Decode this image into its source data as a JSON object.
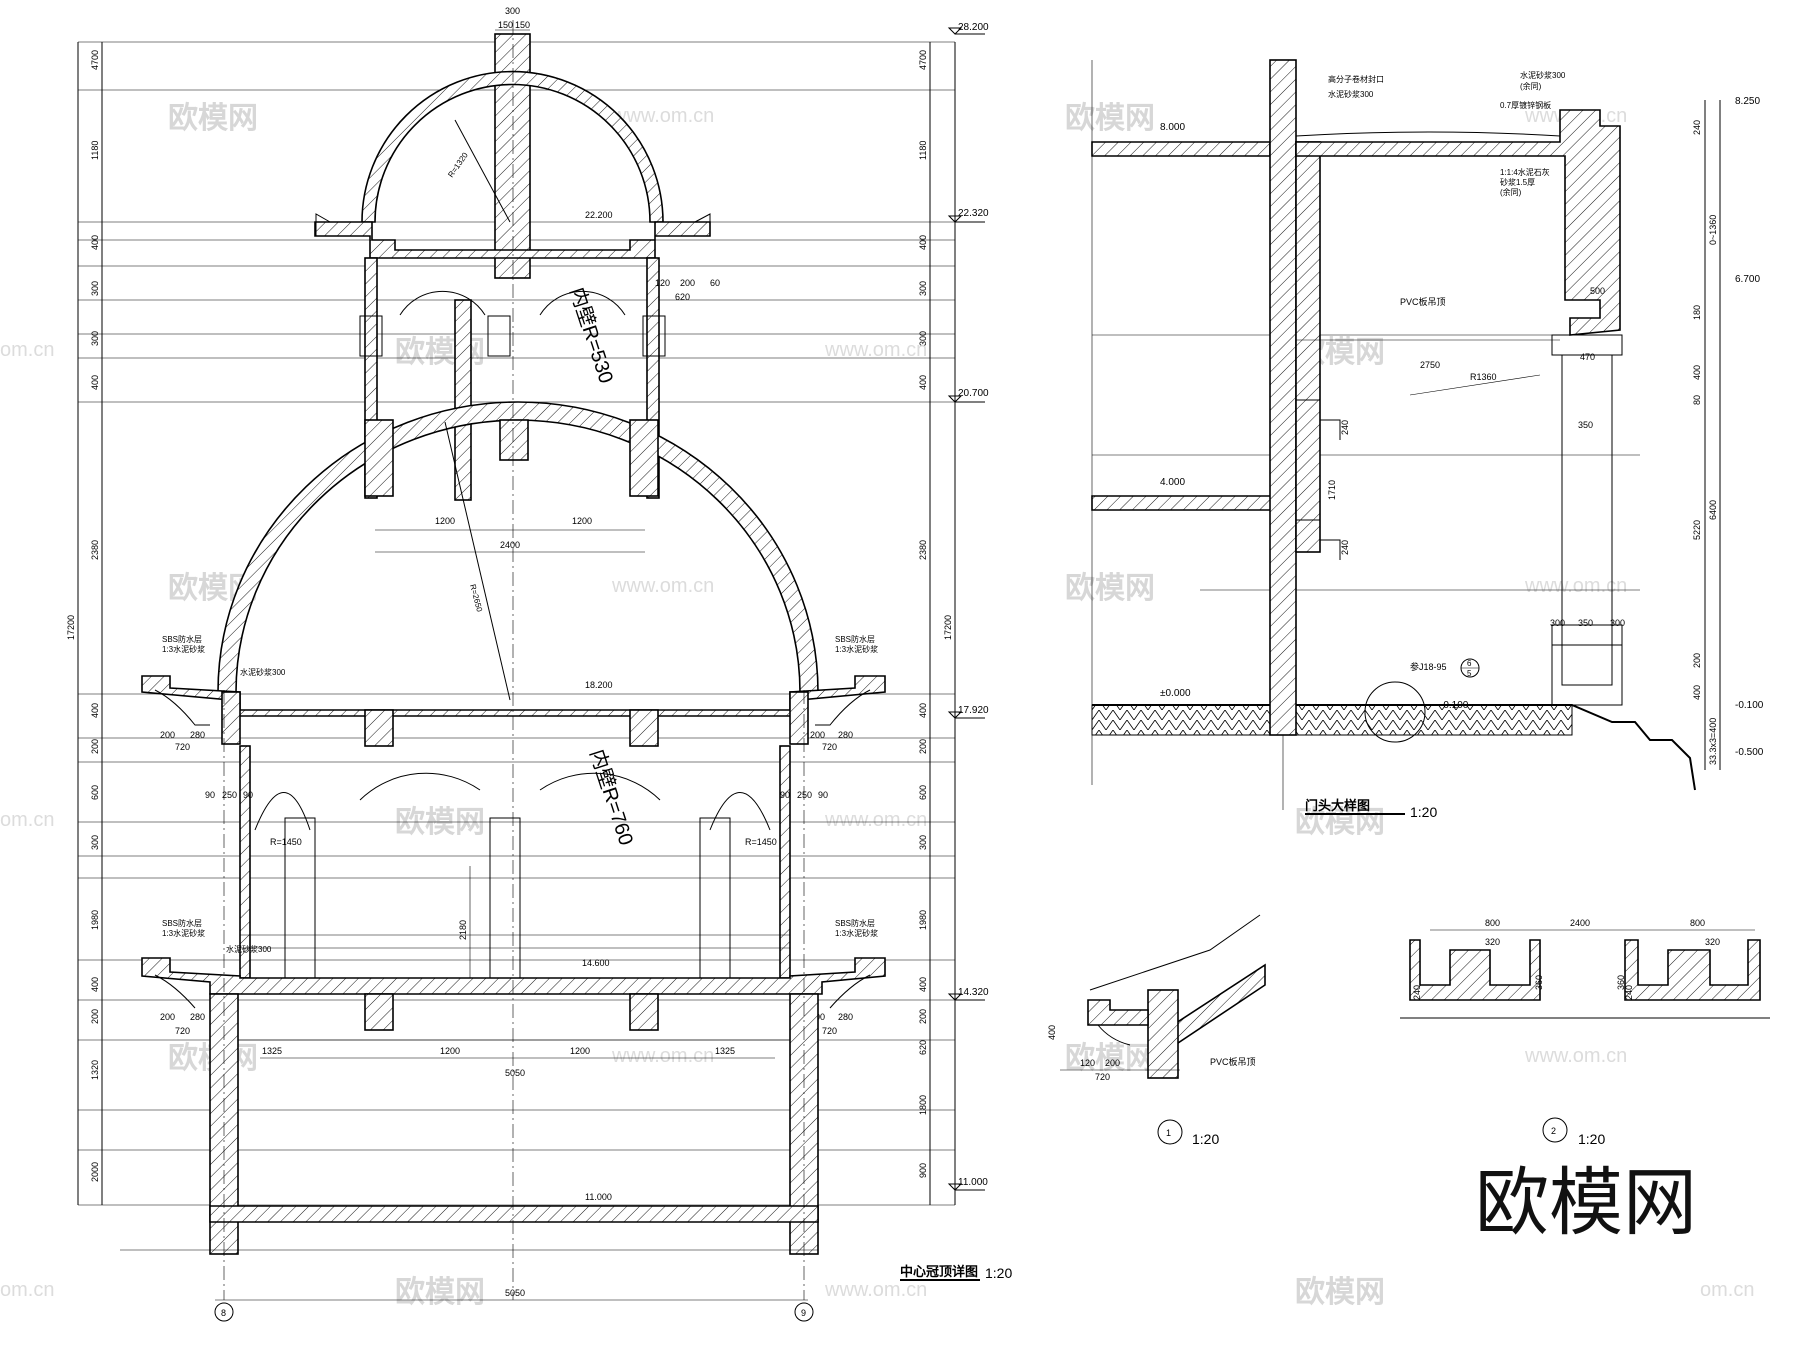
{
  "watermark": {
    "brand": "欧模网",
    "url": "www.om.cn",
    "url_short": "om.cn",
    "logo_text": "欧模网"
  },
  "main_section": {
    "title": "中心冠顶详图",
    "scale": "1:20",
    "levels": [
      "28.200",
      "22.320",
      "20.700",
      "17.920",
      "14.320",
      "11.000"
    ],
    "inner_levels": [
      "22.200",
      "18.200",
      "14.600",
      "11.000"
    ],
    "total_height": "17200",
    "left_dims": [
      "4700",
      "1180",
      "400",
      "300",
      "300",
      "400",
      "2380",
      "400",
      "200",
      "600",
      "300",
      "1980",
      "400",
      "200",
      "1320",
      "2000"
    ],
    "right_dims": [
      "4700",
      "1180",
      "400",
      "300",
      "300",
      "400",
      "2380",
      "400",
      "200",
      "600",
      "300",
      "1980",
      "400",
      "200",
      "620",
      "1800",
      "900"
    ],
    "top_dims": [
      "300",
      "150",
      "150"
    ],
    "span_dims": [
      "1200",
      "2400",
      "1200"
    ],
    "lower_dims": [
      "1325",
      "1200",
      "1200",
      "1325"
    ],
    "width_5050": "5050",
    "radii": [
      "R=1320",
      "R=2650",
      "R=1450",
      "R=1450"
    ],
    "inner_radius_top": "内壁R=530",
    "inner_radius_mid": "内壁R=760",
    "mortar_note": "水泥砂浆300",
    "mortar_note_top": "水泥砂浆300",
    "sbs_label": "SBS防水层",
    "sbs_mortar": "1:3水泥砂浆",
    "cornice_dims": [
      "200",
      "280",
      "720"
    ],
    "right_cornice_dims": [
      "200",
      "280",
      "720"
    ],
    "pier_dims": [
      "90",
      "250",
      "90"
    ],
    "upper_dims": [
      "120",
      "200",
      "60",
      "620"
    ],
    "height_2180": "2180",
    "axis_left": "8",
    "axis_right": "9"
  },
  "door_detail": {
    "title": "门头大样图",
    "scale": "1:20",
    "levels": [
      "8.250",
      "6.700",
      "-0.100",
      "-0.500"
    ],
    "inner_levels": [
      "8.000",
      "4.000",
      "±0.000",
      "-0.100"
    ],
    "pvc": "PVC板吊顶",
    "dims": [
      "2750",
      "R1360",
      "470",
      "350",
      "350",
      "500",
      "1710",
      "240",
      "240"
    ],
    "right_dims": [
      "240",
      "0~1360",
      "180",
      "400",
      "80",
      "5220",
      "6400",
      "200",
      "400",
      "33.3x3=400"
    ],
    "col_dims": [
      "300",
      "350",
      "300"
    ],
    "ref": "参J18-95",
    "ref_num": "6",
    "ref_sheet": "5",
    "notes": [
      "高分子卷材封口",
      "水泥砂浆300",
      "(余同)",
      "0.7厚镀锌钢板",
      "1:1:4水泥石灰",
      "砂浆1.5厚",
      "水泥砂浆300",
      "(余同)"
    ]
  },
  "detail_1": {
    "num": "1",
    "scale": "1:20",
    "pvc": "PVC板吊顶",
    "dims": [
      "400",
      "120",
      "200",
      "720"
    ]
  },
  "detail_2": {
    "num": "2",
    "scale": "1:20",
    "dims": [
      "800",
      "2400",
      "800",
      "320",
      "320",
      "240",
      "360",
      "240",
      "360"
    ]
  }
}
